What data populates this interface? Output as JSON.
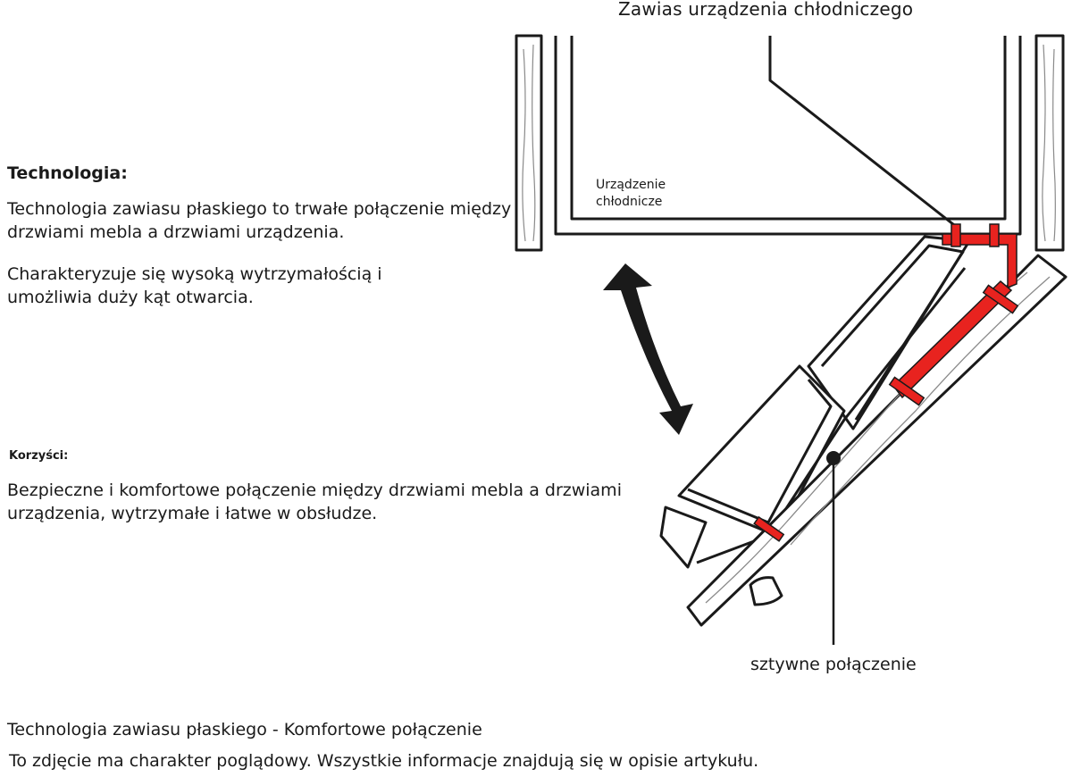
{
  "diagram": {
    "hinge_label": "Zawias urządzenia chłodniczego",
    "appliance_label_line1": "Urządzenie",
    "appliance_label_line2": "chłodnicze",
    "rigid_connection_label": "sztywne połączenie",
    "colors": {
      "outline": "#1a1a1a",
      "hinge_red": "#e8231f",
      "wood_grain": "#8a8a8a",
      "background": "#ffffff"
    }
  },
  "technology": {
    "heading": "Technologia:",
    "paragraph1": "Technologia zawiasu płaskiego to trwałe połączenie między drzwiami mebla a drzwiami urządzenia.",
    "paragraph2": "Charakteryzuje się wysoką wytrzymałością i umożliwia duży kąt otwarcia."
  },
  "benefits": {
    "heading": "Korzyści:",
    "paragraph": "Bezpieczne i komfortowe połączenie między drzwiami mebla a drzwiami urządzenia, wytrzymałe i łatwe w obsłudze."
  },
  "footer": {
    "title": "Technologia zawiasu płaskiego - Komfortowe połączenie",
    "disclaimer": "To zdjęcie ma charakter poglądowy. Wszystkie informacje znajdują się w opisie artykułu."
  }
}
